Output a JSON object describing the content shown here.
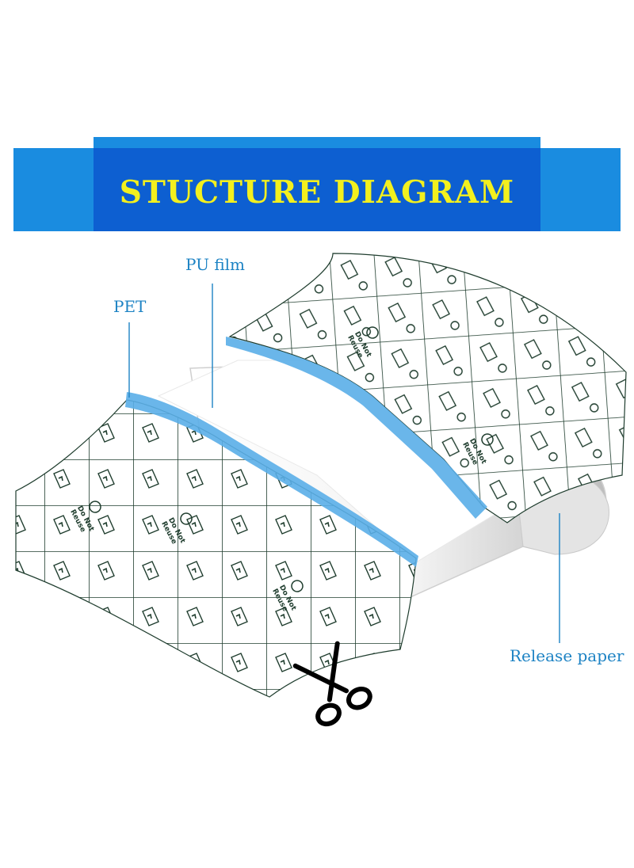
{
  "banner": {
    "title": "STUCTURE DIAGRAM",
    "colors": {
      "outer": "#1a8ce0",
      "inner": "#0d5fd1",
      "text": "#f3f01e"
    }
  },
  "labels": {
    "pu_film": "PU film",
    "pet": "PET",
    "release_paper": "Release paper",
    "color": "#1d83c4"
  },
  "sheet": {
    "stamp_top": "Do Not",
    "stamp_bottom": "Reuse",
    "grid_color": "#1f3d2e",
    "edge_color": "#5aaee8"
  },
  "icons": {
    "scissors": "scissors-icon"
  }
}
